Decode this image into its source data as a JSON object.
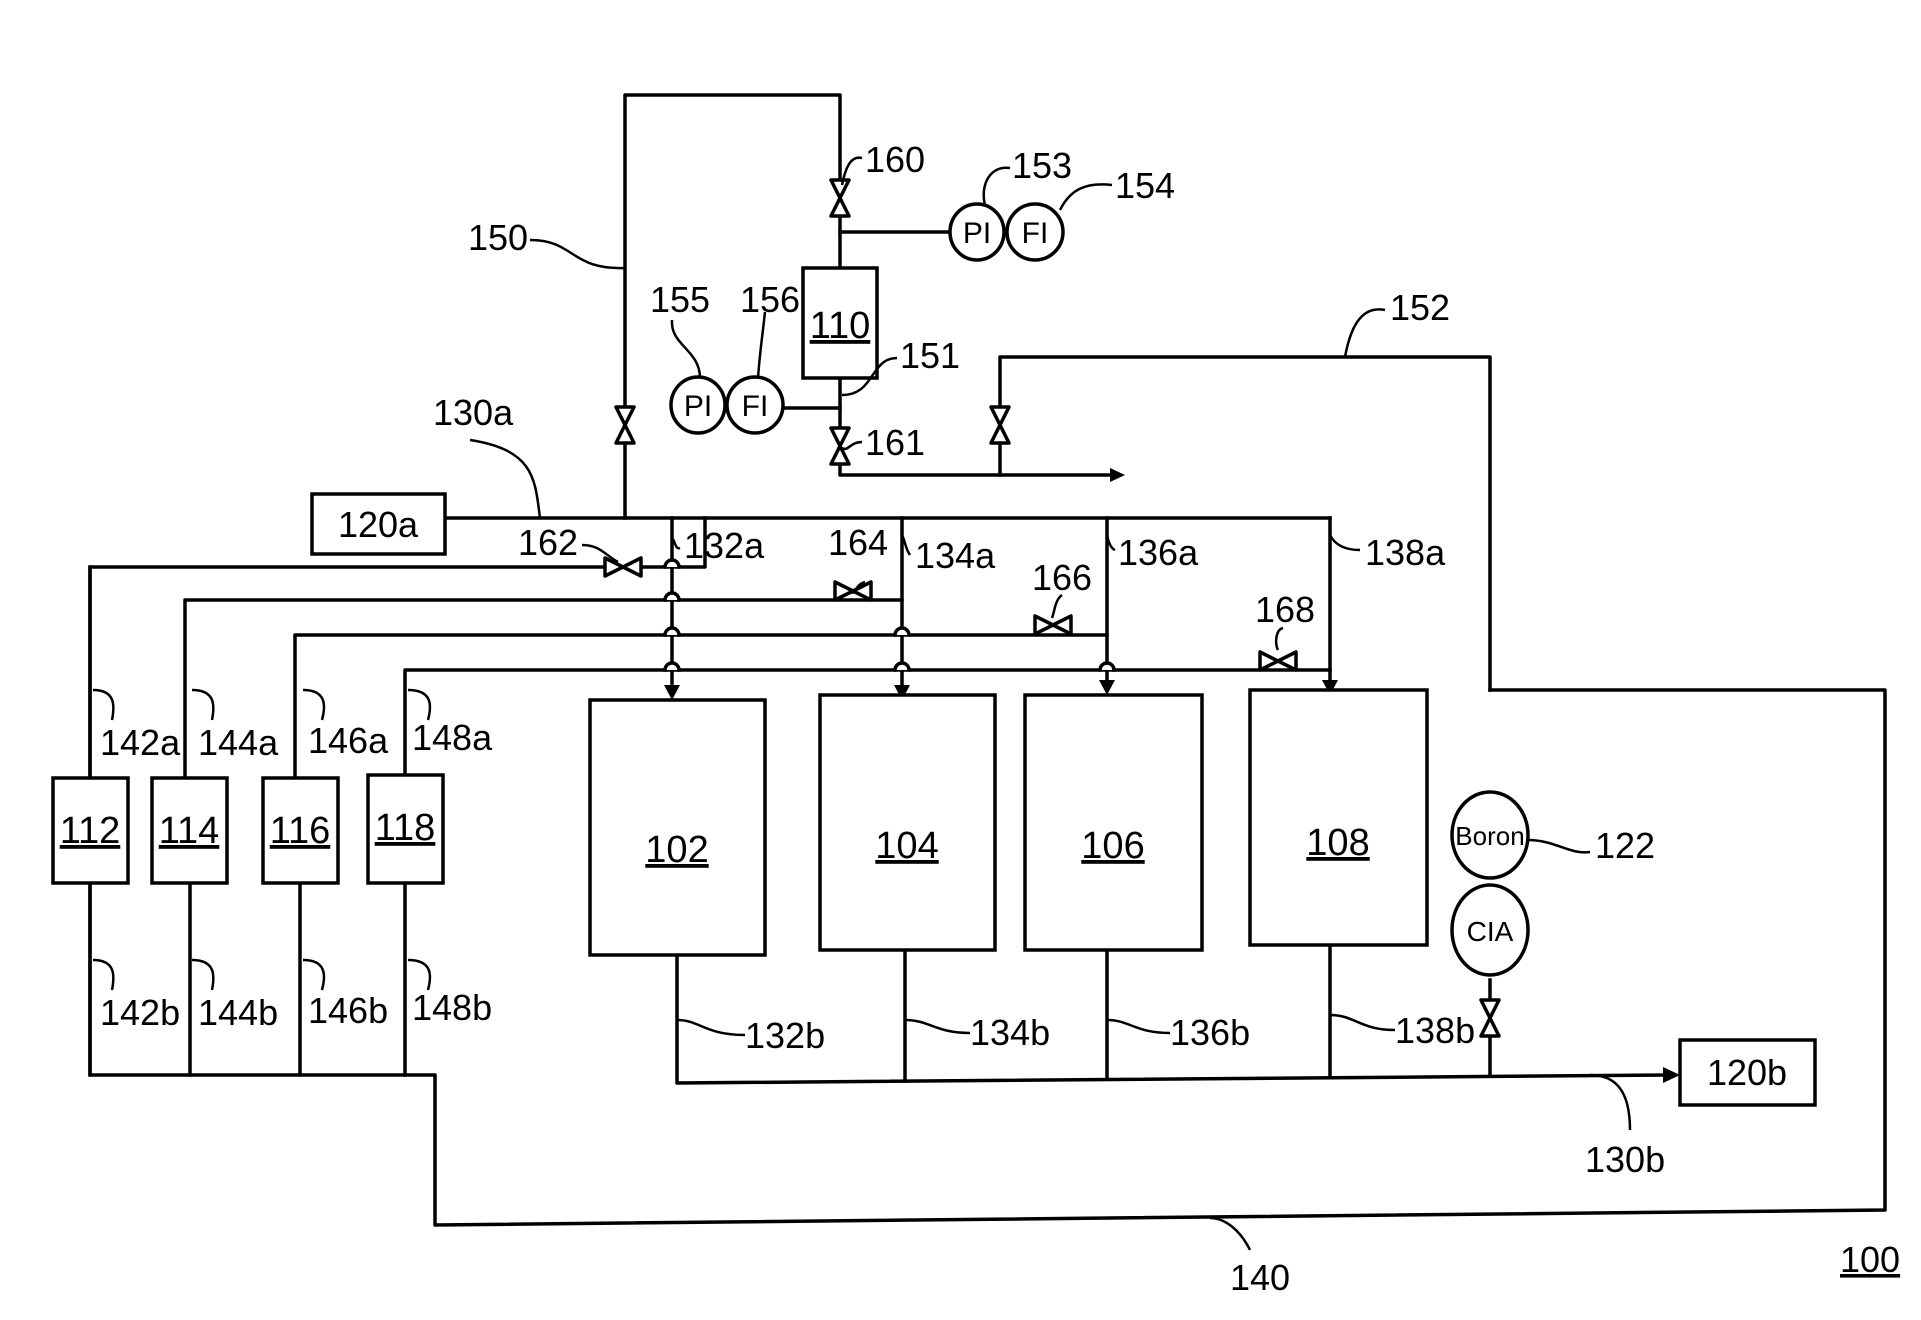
{
  "figure_number": "100",
  "units": {
    "u102": "102",
    "u104": "104",
    "u106": "106",
    "u108": "108",
    "u110": "110",
    "u112": "112",
    "u114": "114",
    "u116": "116",
    "u118": "118",
    "u120a": "120a",
    "u120b": "120b"
  },
  "instruments": {
    "pi_top": "PI",
    "fi_top": "FI",
    "pi_mid": "PI",
    "fi_mid": "FI",
    "boron": "Boron",
    "cia": "CIA"
  },
  "labels": {
    "l100": "100",
    "l122": "122",
    "l130a": "130a",
    "l130b": "130b",
    "l132a": "132a",
    "l132b": "132b",
    "l134a": "134a",
    "l134b": "134b",
    "l136a": "136a",
    "l136b": "136b",
    "l138a": "138a",
    "l138b": "138b",
    "l140": "140",
    "l142a": "142a",
    "l142b": "142b",
    "l144a": "144a",
    "l144b": "144b",
    "l146a": "146a",
    "l146b": "146b",
    "l148a": "148a",
    "l148b": "148b",
    "l150": "150",
    "l151": "151",
    "l152": "152",
    "l153": "153",
    "l154": "154",
    "l155": "155",
    "l156": "156",
    "l160": "160",
    "l161": "161",
    "l162": "162",
    "l164": "164",
    "l166": "166",
    "l168": "168"
  }
}
